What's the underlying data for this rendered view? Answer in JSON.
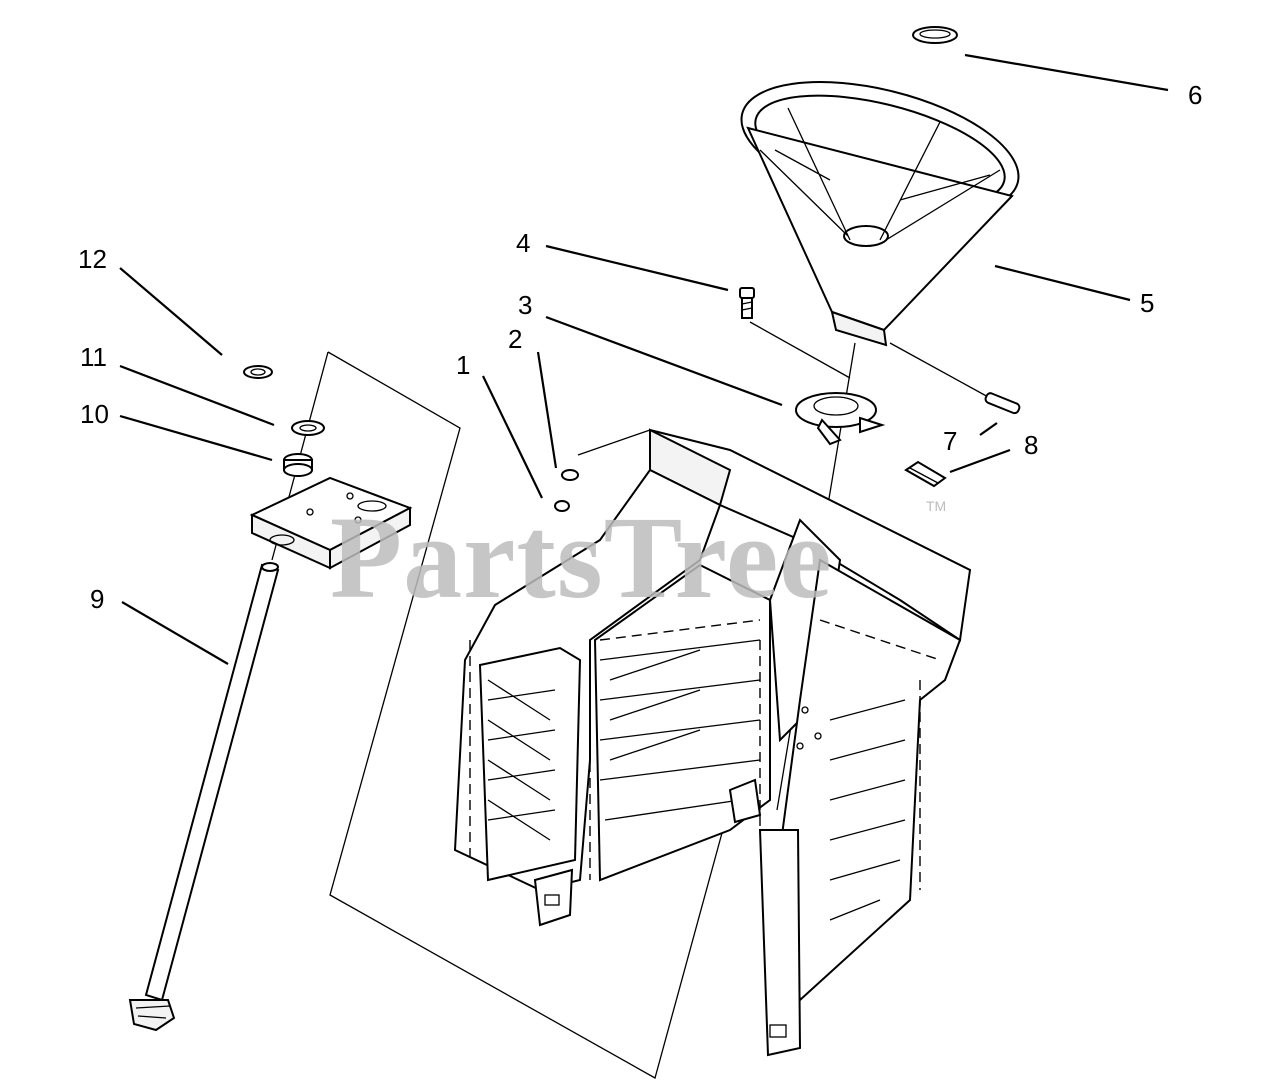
{
  "diagram": {
    "watermark": "PartsTree",
    "trademark": "TM",
    "callouts": [
      {
        "id": "1",
        "label": "1"
      },
      {
        "id": "2",
        "label": "2"
      },
      {
        "id": "3",
        "label": "3"
      },
      {
        "id": "4",
        "label": "4"
      },
      {
        "id": "5",
        "label": "5"
      },
      {
        "id": "6",
        "label": "6"
      },
      {
        "id": "7",
        "label": "7"
      },
      {
        "id": "8",
        "label": "8"
      },
      {
        "id": "9",
        "label": "9"
      },
      {
        "id": "10",
        "label": "10"
      },
      {
        "id": "11",
        "label": "11"
      },
      {
        "id": "12",
        "label": "12"
      }
    ]
  }
}
